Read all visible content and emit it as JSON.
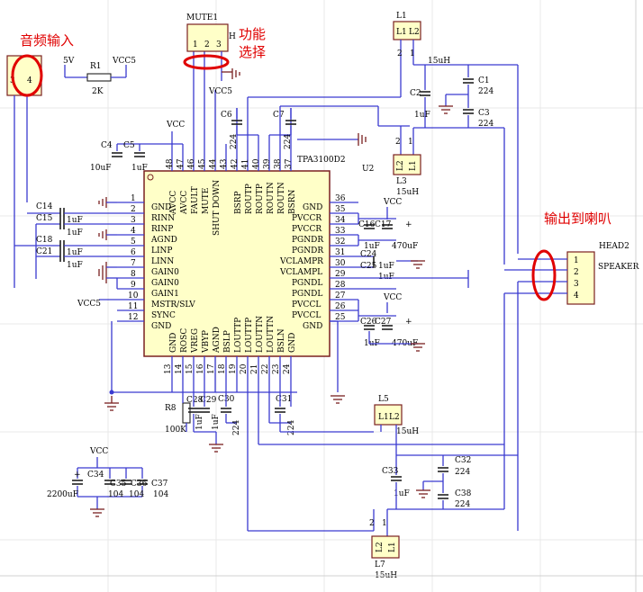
{
  "chip": {
    "name": "TPA3100D2",
    "ref": "U2",
    "left_pins": [
      {
        "num": "1",
        "name": "GND"
      },
      {
        "num": "2",
        "name": "RINN"
      },
      {
        "num": "3",
        "name": "RINP"
      },
      {
        "num": "4",
        "name": "AGND"
      },
      {
        "num": "5",
        "name": "LINP"
      },
      {
        "num": "6",
        "name": "LINN"
      },
      {
        "num": "7",
        "name": "GAIN0"
      },
      {
        "num": "8",
        "name": "GAIN0"
      },
      {
        "num": "9",
        "name": "GAIN1"
      },
      {
        "num": "10",
        "name": "MSTR/SLV"
      },
      {
        "num": "11",
        "name": "SYNC"
      },
      {
        "num": "12",
        "name": "GND"
      }
    ],
    "right_pins": [
      {
        "num": "36",
        "name": "GND"
      },
      {
        "num": "35",
        "name": "PVCCR"
      },
      {
        "num": "34",
        "name": "PVCCR"
      },
      {
        "num": "33",
        "name": "PGNDR"
      },
      {
        "num": "32",
        "name": "PGNDR"
      },
      {
        "num": "31",
        "name": "VCLAMPR"
      },
      {
        "num": "30",
        "name": "VCLAMPL"
      },
      {
        "num": "29",
        "name": "PGNDL"
      },
      {
        "num": "28",
        "name": "PGNDL"
      },
      {
        "num": "27",
        "name": "PVCCL"
      },
      {
        "num": "26",
        "name": "PVCCL"
      },
      {
        "num": "25",
        "name": "GND"
      }
    ],
    "top_pins": [
      {
        "num": "48",
        "name": "AVCC"
      },
      {
        "num": "47",
        "name": "AVCC"
      },
      {
        "num": "46",
        "name": "FAULT"
      },
      {
        "num": "45",
        "name": "MUTE"
      },
      {
        "num": "44",
        "name": "SHUT DOWN"
      },
      {
        "num": "43",
        "name": ""
      },
      {
        "num": "42",
        "name": "BSRP"
      },
      {
        "num": "41",
        "name": "ROUTP"
      },
      {
        "num": "40",
        "name": "ROUTP"
      },
      {
        "num": "39",
        "name": "ROUTN"
      },
      {
        "num": "38",
        "name": "ROUTN"
      },
      {
        "num": "37",
        "name": "BSRN"
      }
    ],
    "bottom_pins": [
      {
        "num": "13",
        "name": "GND"
      },
      {
        "num": "14",
        "name": "ROSC"
      },
      {
        "num": "15",
        "name": "VREG"
      },
      {
        "num": "16",
        "name": "VBYP"
      },
      {
        "num": "17",
        "name": "AGND"
      },
      {
        "num": "18",
        "name": "BSLP"
      },
      {
        "num": "19",
        "name": "LOUTTP"
      },
      {
        "num": "20",
        "name": "LOUTTP"
      },
      {
        "num": "21",
        "name": "LOUTTN"
      },
      {
        "num": "22",
        "name": "LOUTTN"
      },
      {
        "num": "23",
        "name": "BSLN"
      },
      {
        "num": "24",
        "name": "GND"
      }
    ]
  },
  "labels": {
    "audio_in": "音频输入",
    "func_select": "功能\n选择",
    "func_select_1": "功能",
    "func_select_2": "选择",
    "output_speaker": "输出到喇叭",
    "mute1": "MUTE1",
    "head2": "HEAD2",
    "speaker": "SPEAKER",
    "vcc": "VCC",
    "vcc5": "VCC5",
    "v5": "5V",
    "r1": "R1",
    "r1_val": "2K",
    "r8": "R8",
    "r8_val": "100K"
  },
  "components": {
    "C1": "C1",
    "C1v": "224",
    "C2": "C2",
    "C2v": "1uF",
    "C3": "C3",
    "C3v": "224",
    "C4": "C4",
    "C4v": "10uF",
    "C5": "C5",
    "C5v": "1uF",
    "C6": "C6",
    "C6v": "224",
    "C7": "C7",
    "C7v": "224",
    "C14": "C14",
    "C15": "C15",
    "C18": "C18",
    "C21": "C21",
    "C24": "C24",
    "C25": "C25",
    "C26": "C26",
    "C27": "C27",
    "C17": "C17",
    "C16": "C16",
    "C28": "C28",
    "C29": "C29",
    "C30": "C30",
    "C30v": "224",
    "C31": "C31",
    "C31v": "224",
    "C32": "C32",
    "C32v": "224",
    "C33": "C33",
    "C33v": "1uF",
    "C38": "C38",
    "C38v": "224",
    "C34": "C34",
    "C34v": "2200uF",
    "C35": "C35",
    "C35v": "104",
    "C36": "C36",
    "C36v": "104",
    "C37": "C37",
    "C37v": "104",
    "uf1": "1uF",
    "uf470": "470uF",
    "L1": "L1",
    "L3": "L3",
    "L5": "L5",
    "L7": "L7",
    "L15": "15uH",
    "Lp1": "L1",
    "Lp2": "L2"
  }
}
